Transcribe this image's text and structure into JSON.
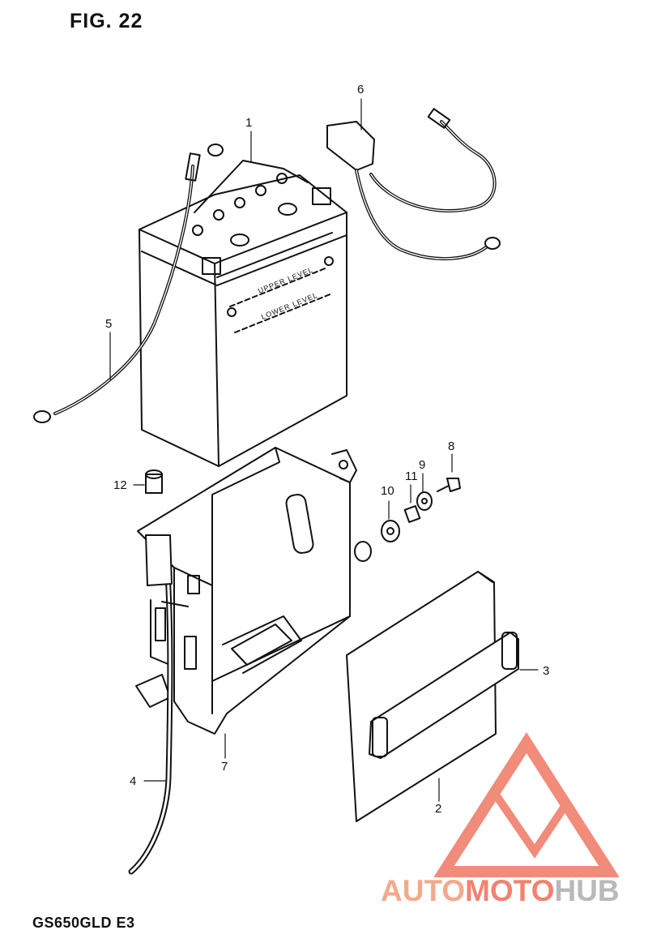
{
  "figure": {
    "title": "FIG. 22",
    "model_code": "GS650GLD E3"
  },
  "battery": {
    "upper_level_label": "UPPER LEVEL",
    "lower_level_label": "LOWER LEVEL",
    "plus_sign": "+",
    "minus_sign": "−"
  },
  "callouts": [
    "1",
    "2",
    "3",
    "4",
    "5",
    "6",
    "7",
    "8",
    "9",
    "10",
    "11",
    "12"
  ],
  "watermark": {
    "part1": "AUTO",
    "part2": "MOTO",
    "part3": "HUB",
    "colors": {
      "auto": "#f4a98a",
      "moto": "#f2826e",
      "hub": "#b9b9b9",
      "triangle": "#f07f6c"
    }
  }
}
